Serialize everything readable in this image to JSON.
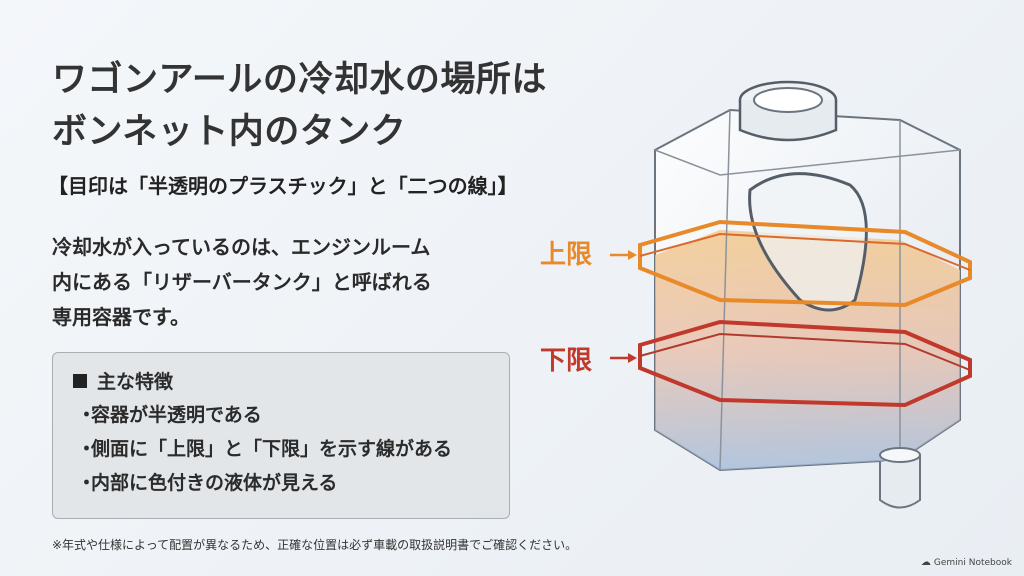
{
  "title": {
    "line1": "ワゴンアールの冷却水の場所は",
    "line2": "ボンネット内のタンク"
  },
  "subtitle": "【目印は「半透明のプラスチック」と「二つの線」】",
  "description": {
    "line1": "冷却水が入っているのは、エンジンルーム",
    "line2": "内にある「リザーバータンク」と呼ばれる",
    "line3": "専用容器です。"
  },
  "features": {
    "heading": "主な特徴",
    "items": [
      "容器が半透明である",
      "側面に「上限」と「下限」を示す線がある",
      "内部に色付きの液体が見える"
    ]
  },
  "diagram": {
    "upper_label": "上限",
    "lower_label": "下限",
    "upper_color": "#e8892a",
    "lower_color": "#c0392b"
  },
  "footnote": "※年式や仕様によって配置が異なるため、正確な位置は必ず車載の取扱説明書でご確認ください。",
  "brand": "Gemini Notebook"
}
